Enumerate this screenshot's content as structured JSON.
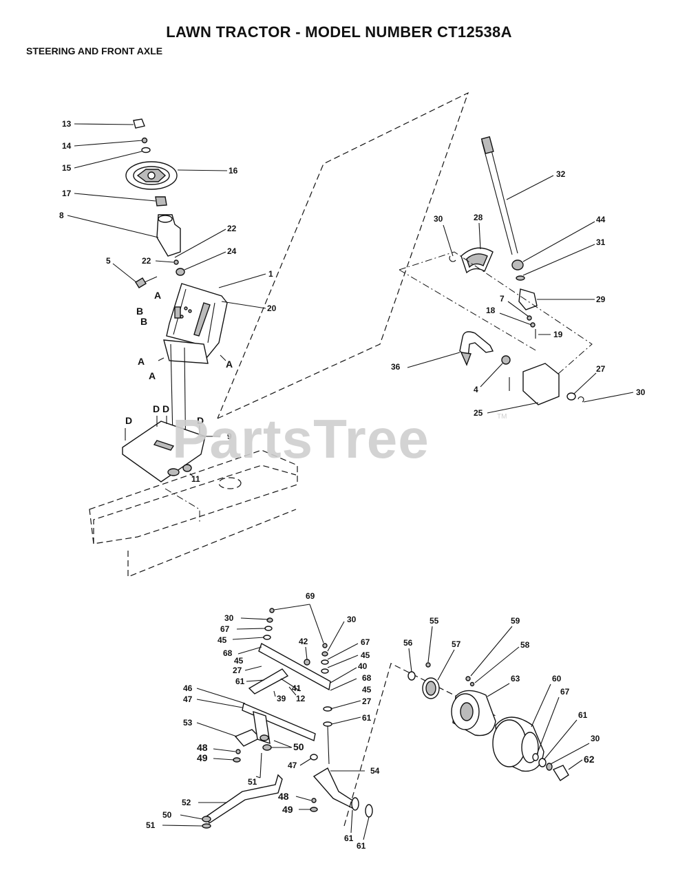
{
  "title": "LAWN TRACTOR - MODEL NUMBER CT12538A",
  "subtitle": "STEERING  AND FRONT AXLE",
  "watermark": "PartsTree",
  "watermark_tm": "TM",
  "upper_labels": {
    "p13": "13",
    "p14": "14",
    "p15": "15",
    "p16": "16",
    "p17": "17",
    "p8": "8",
    "p22a": "22",
    "p22b": "22",
    "p24": "24",
    "p5": "5",
    "p1": "1",
    "p20": "20",
    "refA1": "A",
    "refB1": "B",
    "refB2": "B",
    "refA2": "A",
    "refA3": "A",
    "refA4": "A",
    "refD1": "D",
    "refD2": "D",
    "refD3": "D",
    "refD4": "D",
    "p9": "9",
    "p11": "11",
    "p32": "32",
    "p30a": "30",
    "p28": "28",
    "p44": "44",
    "p31": "31",
    "p29": "29",
    "p7": "7",
    "p18": "18",
    "p19": "19",
    "p36": "36",
    "p4": "4",
    "p27": "27",
    "p30b": "30",
    "p25": "25"
  },
  "lower_labels": {
    "p69": "69",
    "p30c": "30",
    "p67a": "67",
    "p45a": "45",
    "p30d": "30",
    "p42": "42",
    "p67b": "67",
    "p68a": "68",
    "p45b": "45",
    "p45c": "45",
    "p27a": "27",
    "p40": "40",
    "p61a": "61",
    "p68b": "68",
    "p41": "41",
    "p45d": "45",
    "p39": "39",
    "p12": "12",
    "p27b": "27",
    "p46": "46",
    "p47a": "47",
    "p61b": "61",
    "p53": "53",
    "p50a": "50",
    "p48a": "48",
    "p49a": "49",
    "p47b": "47",
    "p51a": "51",
    "p54": "54",
    "p52": "52",
    "p48b": "48",
    "p49b": "49",
    "p50b": "50",
    "p51b": "51",
    "p61c": "61",
    "p61d": "61",
    "p56": "56",
    "p55": "55",
    "p57": "57",
    "p59": "59",
    "p58": "58",
    "p63": "63",
    "p60": "60",
    "p67c": "67",
    "p61e": "61",
    "p30e": "30",
    "p62": "62"
  }
}
